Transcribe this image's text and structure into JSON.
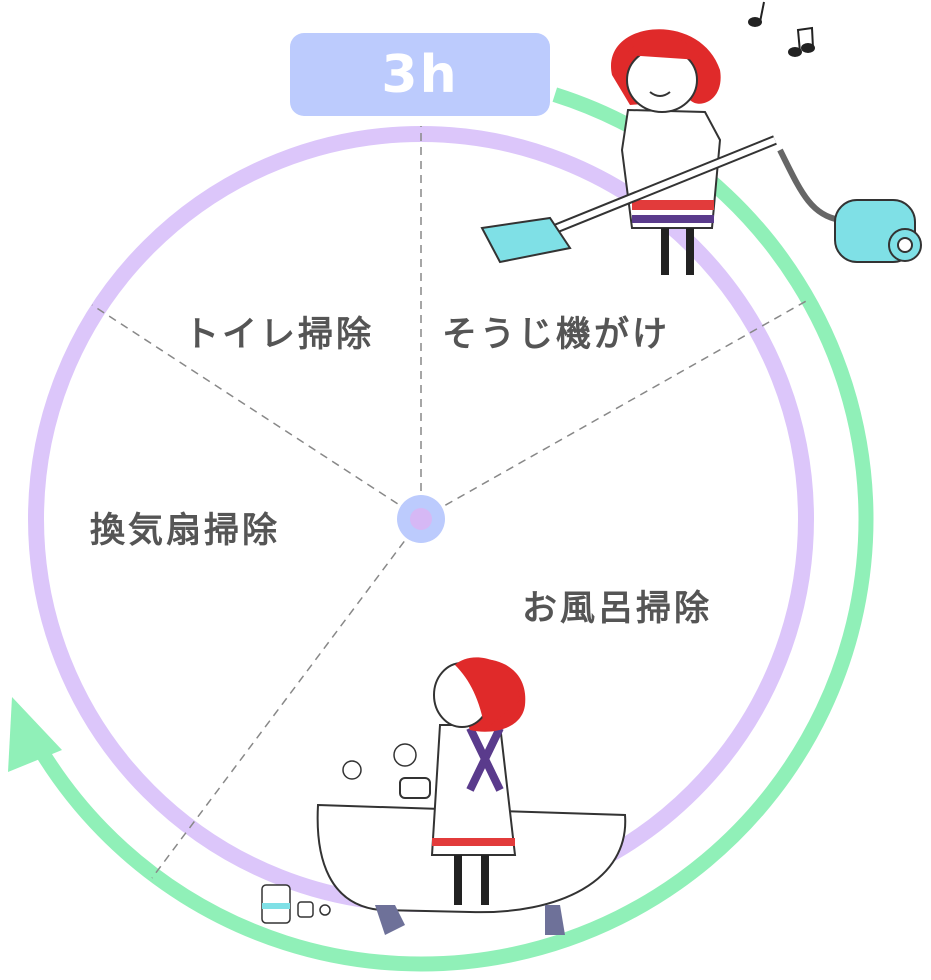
{
  "duration_label": "3h",
  "segments": [
    {
      "label": "トイレ掃除"
    },
    {
      "label": "そうじ機がけ"
    },
    {
      "label": "換気扇掃除"
    },
    {
      "label": "お風呂掃除"
    }
  ],
  "colors": {
    "badge": "#bccbfd",
    "ring": "#dcc6fa",
    "arrow": "#90f0b8",
    "text": "#555555"
  },
  "icons": [
    "woman-vacuuming-illustration",
    "woman-cleaning-bathtub-illustration",
    "music-notes-icon",
    "clockwise-arrow-icon"
  ]
}
